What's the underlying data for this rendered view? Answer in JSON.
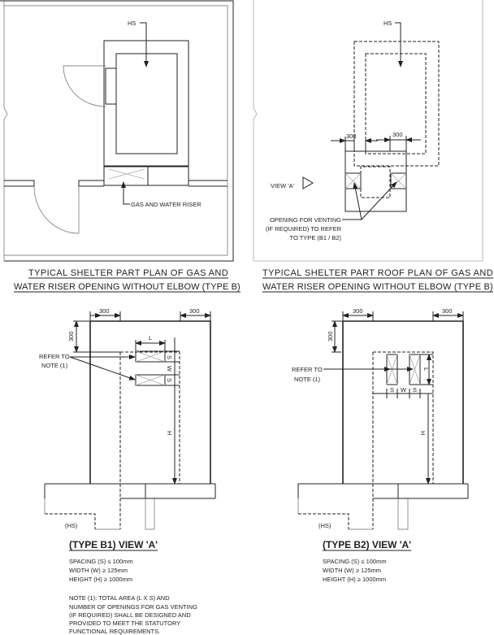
{
  "panel_plan": {
    "hs_label": "HS",
    "riser_label": "GAS AND WATER RISER",
    "title_line1": "TYPICAL SHELTER PART PLAN OF GAS AND",
    "title_line2": "WATER RISER OPENING WITHOUT ELBOW (TYPE B)"
  },
  "panel_roof": {
    "hs_label": "HS",
    "dim_left": "300",
    "dim_right": "300",
    "view_label": "VIEW 'A'",
    "opening_line1": "OPENING FOR VENTING",
    "opening_line2": "(IF REQUIRED) TO REFER",
    "opening_line3": "TO TYPE (B1 / B2)",
    "title_line1": "TYPICAL SHELTER PART ROOF PLAN OF GAS AND",
    "title_line2": "WATER RISER OPENING WITHOUT ELBOW (TYPE B)"
  },
  "panel_b1": {
    "dim_top_left": "300",
    "dim_top_right": "300",
    "dim_side": "300",
    "dim_l": "L",
    "dim_s1": "S",
    "dim_w": "W",
    "dim_s2": "S",
    "dim_h": "H",
    "refer_line1": "REFER TO",
    "refer_line2": "NOTE (1)",
    "hs_label": "(HS)",
    "title": "(TYPE B1) VIEW 'A'",
    "specs": [
      "SPACING (S) ≤ 100mm",
      "WIDTH (W) ≥ 125mm",
      "HEIGHT (H) ≥ 1000mm"
    ],
    "note": [
      "NOTE (1): TOTAL AREA (L X S) AND",
      "NUMBER OF OPENINGS FOR GAS VENTING",
      "(IF REQUIRED) SHALL BE DESIGNED AND",
      "PROVIDED TO MEET THE STATUTORY",
      "FUNCTIONAL REQUIREMENTS."
    ]
  },
  "panel_b2": {
    "dim_top_left": "300",
    "dim_top_right": "300",
    "dim_side": "300",
    "dim_l": "L",
    "dim_s1": "S",
    "dim_w": "W",
    "dim_s2": "S",
    "dim_h": "H",
    "refer_line1": "REFER TO",
    "refer_line2": "NOTE (1)",
    "hs_label": "(HS)",
    "title": "(TYPE B2) VIEW 'A'",
    "specs": [
      "SPACING (S) ≤ 100mm",
      "WIDTH (W) ≥ 125mm",
      "HEIGHT (H) ≥ 1000mm"
    ]
  }
}
